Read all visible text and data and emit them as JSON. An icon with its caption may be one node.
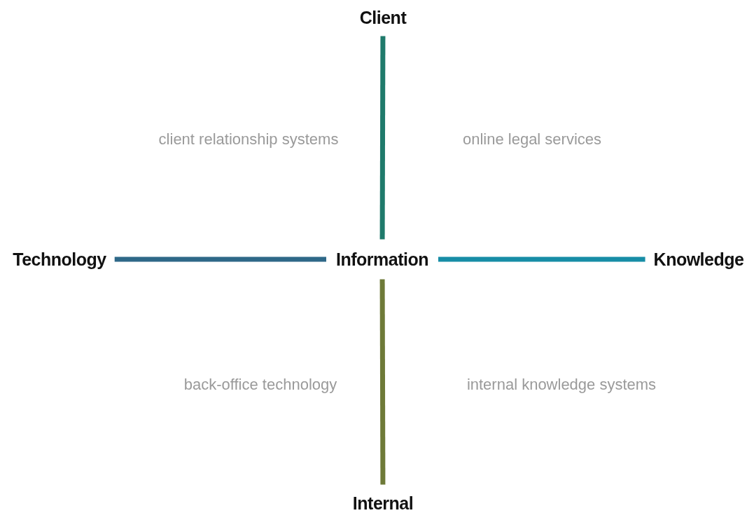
{
  "diagram": {
    "nodes": [
      {
        "text": [
          "Client"
        ]
      },
      {
        "text": [
          "Technology"
        ]
      },
      {
        "text": [
          "Information"
        ]
      },
      {
        "text": [
          "Knowledge"
        ]
      },
      {
        "text": [
          "Internal"
        ]
      }
    ],
    "edges": [
      {
        "from": 2,
        "to": 0,
        "arrow": "none",
        "color": "#1f7a6b"
      },
      {
        "from": 2,
        "to": 1,
        "arrow": "none",
        "color": "#2e6888"
      },
      {
        "from": 2,
        "to": 3,
        "arrow": "none",
        "color": "#178da6"
      },
      {
        "from": 2,
        "to": 4,
        "arrow": "none",
        "color": "#6e7a38"
      }
    ],
    "labels": [
      "client relationship systems",
      "online legal services",
      "back-office technology",
      "internal knowledge systems"
    ]
  }
}
